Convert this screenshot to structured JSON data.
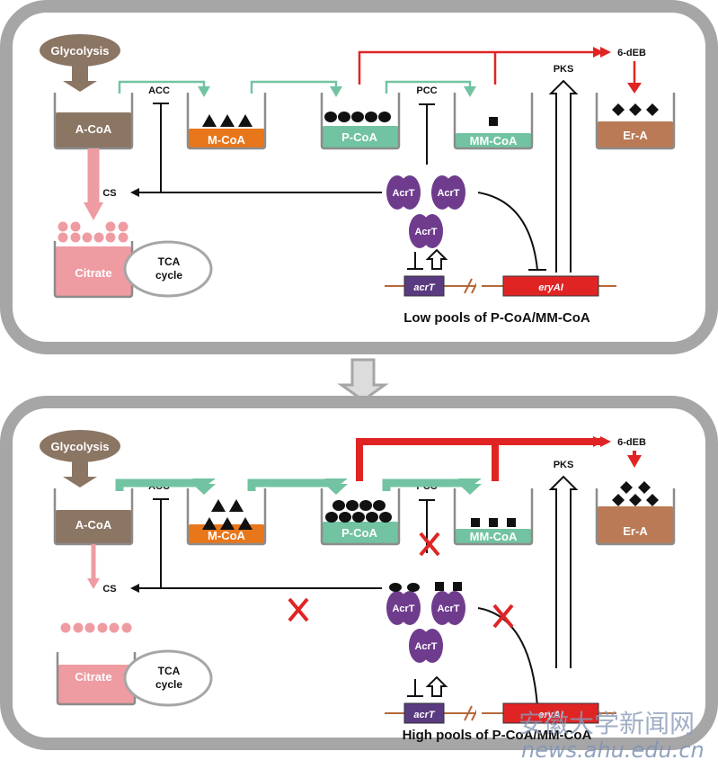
{
  "colors": {
    "frame": "#a6a6a6",
    "acoa": "#8b7563",
    "mcoa": "#e8761b",
    "pcoa": "#72c3a1",
    "ercolor": "#b97a55",
    "citrate": "#ef9ba2",
    "acrt": "#6f3c8d",
    "acrtgene": "#5a3a80",
    "eryai": "#e02424",
    "red": "#e02424",
    "green": "#72c3a1",
    "dna": "#b5683a"
  },
  "panels": [
    {
      "id": "low",
      "caption": "Low pools of P-CoA/MM-CoA",
      "glycolysis": "Glycolysis",
      "acoa": "A-CoA",
      "mcoa": "M-CoA",
      "pcoa": "P-CoA",
      "mmcoa": "MM-CoA",
      "era": "Er-A",
      "citrate": "Citrate",
      "tca_line1": "TCA",
      "tca_line2": "cycle",
      "acc": "ACC",
      "pcc": "PCC",
      "cs": "CS",
      "pks": "PKS",
      "deb": "6-dEB",
      "acrt_protein": "AcrT",
      "acrt_gene": "acrT",
      "eryai_gene": "eryAI",
      "counts": {
        "mcoa_triangles": 3,
        "pcoa_circles": 5,
        "mmcoa_squares": 1,
        "era_diamonds": 3,
        "citrate_dots": 10
      },
      "inhibitions_blocked": false
    },
    {
      "id": "high",
      "caption": "High pools of P-CoA/MM-CoA",
      "glycolysis": "Glycolysis",
      "acoa": "A-CoA",
      "mcoa": "M-CoA",
      "pcoa": "P-CoA",
      "mmcoa": "MM-CoA",
      "era": "Er-A",
      "citrate": "Citrate",
      "tca_line1": "TCA",
      "tca_line2": "cycle",
      "acc": "ACC",
      "pcc": "PCC",
      "cs": "CS",
      "pks": "PKS",
      "deb": "6-dEB",
      "acrt_protein": "AcrT",
      "acrt_gene": "acrT",
      "eryai_gene": "eryAI",
      "counts": {
        "mcoa_triangles": 5,
        "pcoa_circles": 9,
        "mmcoa_squares": 3,
        "era_diamonds": 5,
        "citrate_dots": 6
      },
      "inhibitions_blocked": true
    }
  ],
  "watermark": {
    "line1": "安徽大学新闻网",
    "line2": "news.ahu.edu.cn"
  }
}
